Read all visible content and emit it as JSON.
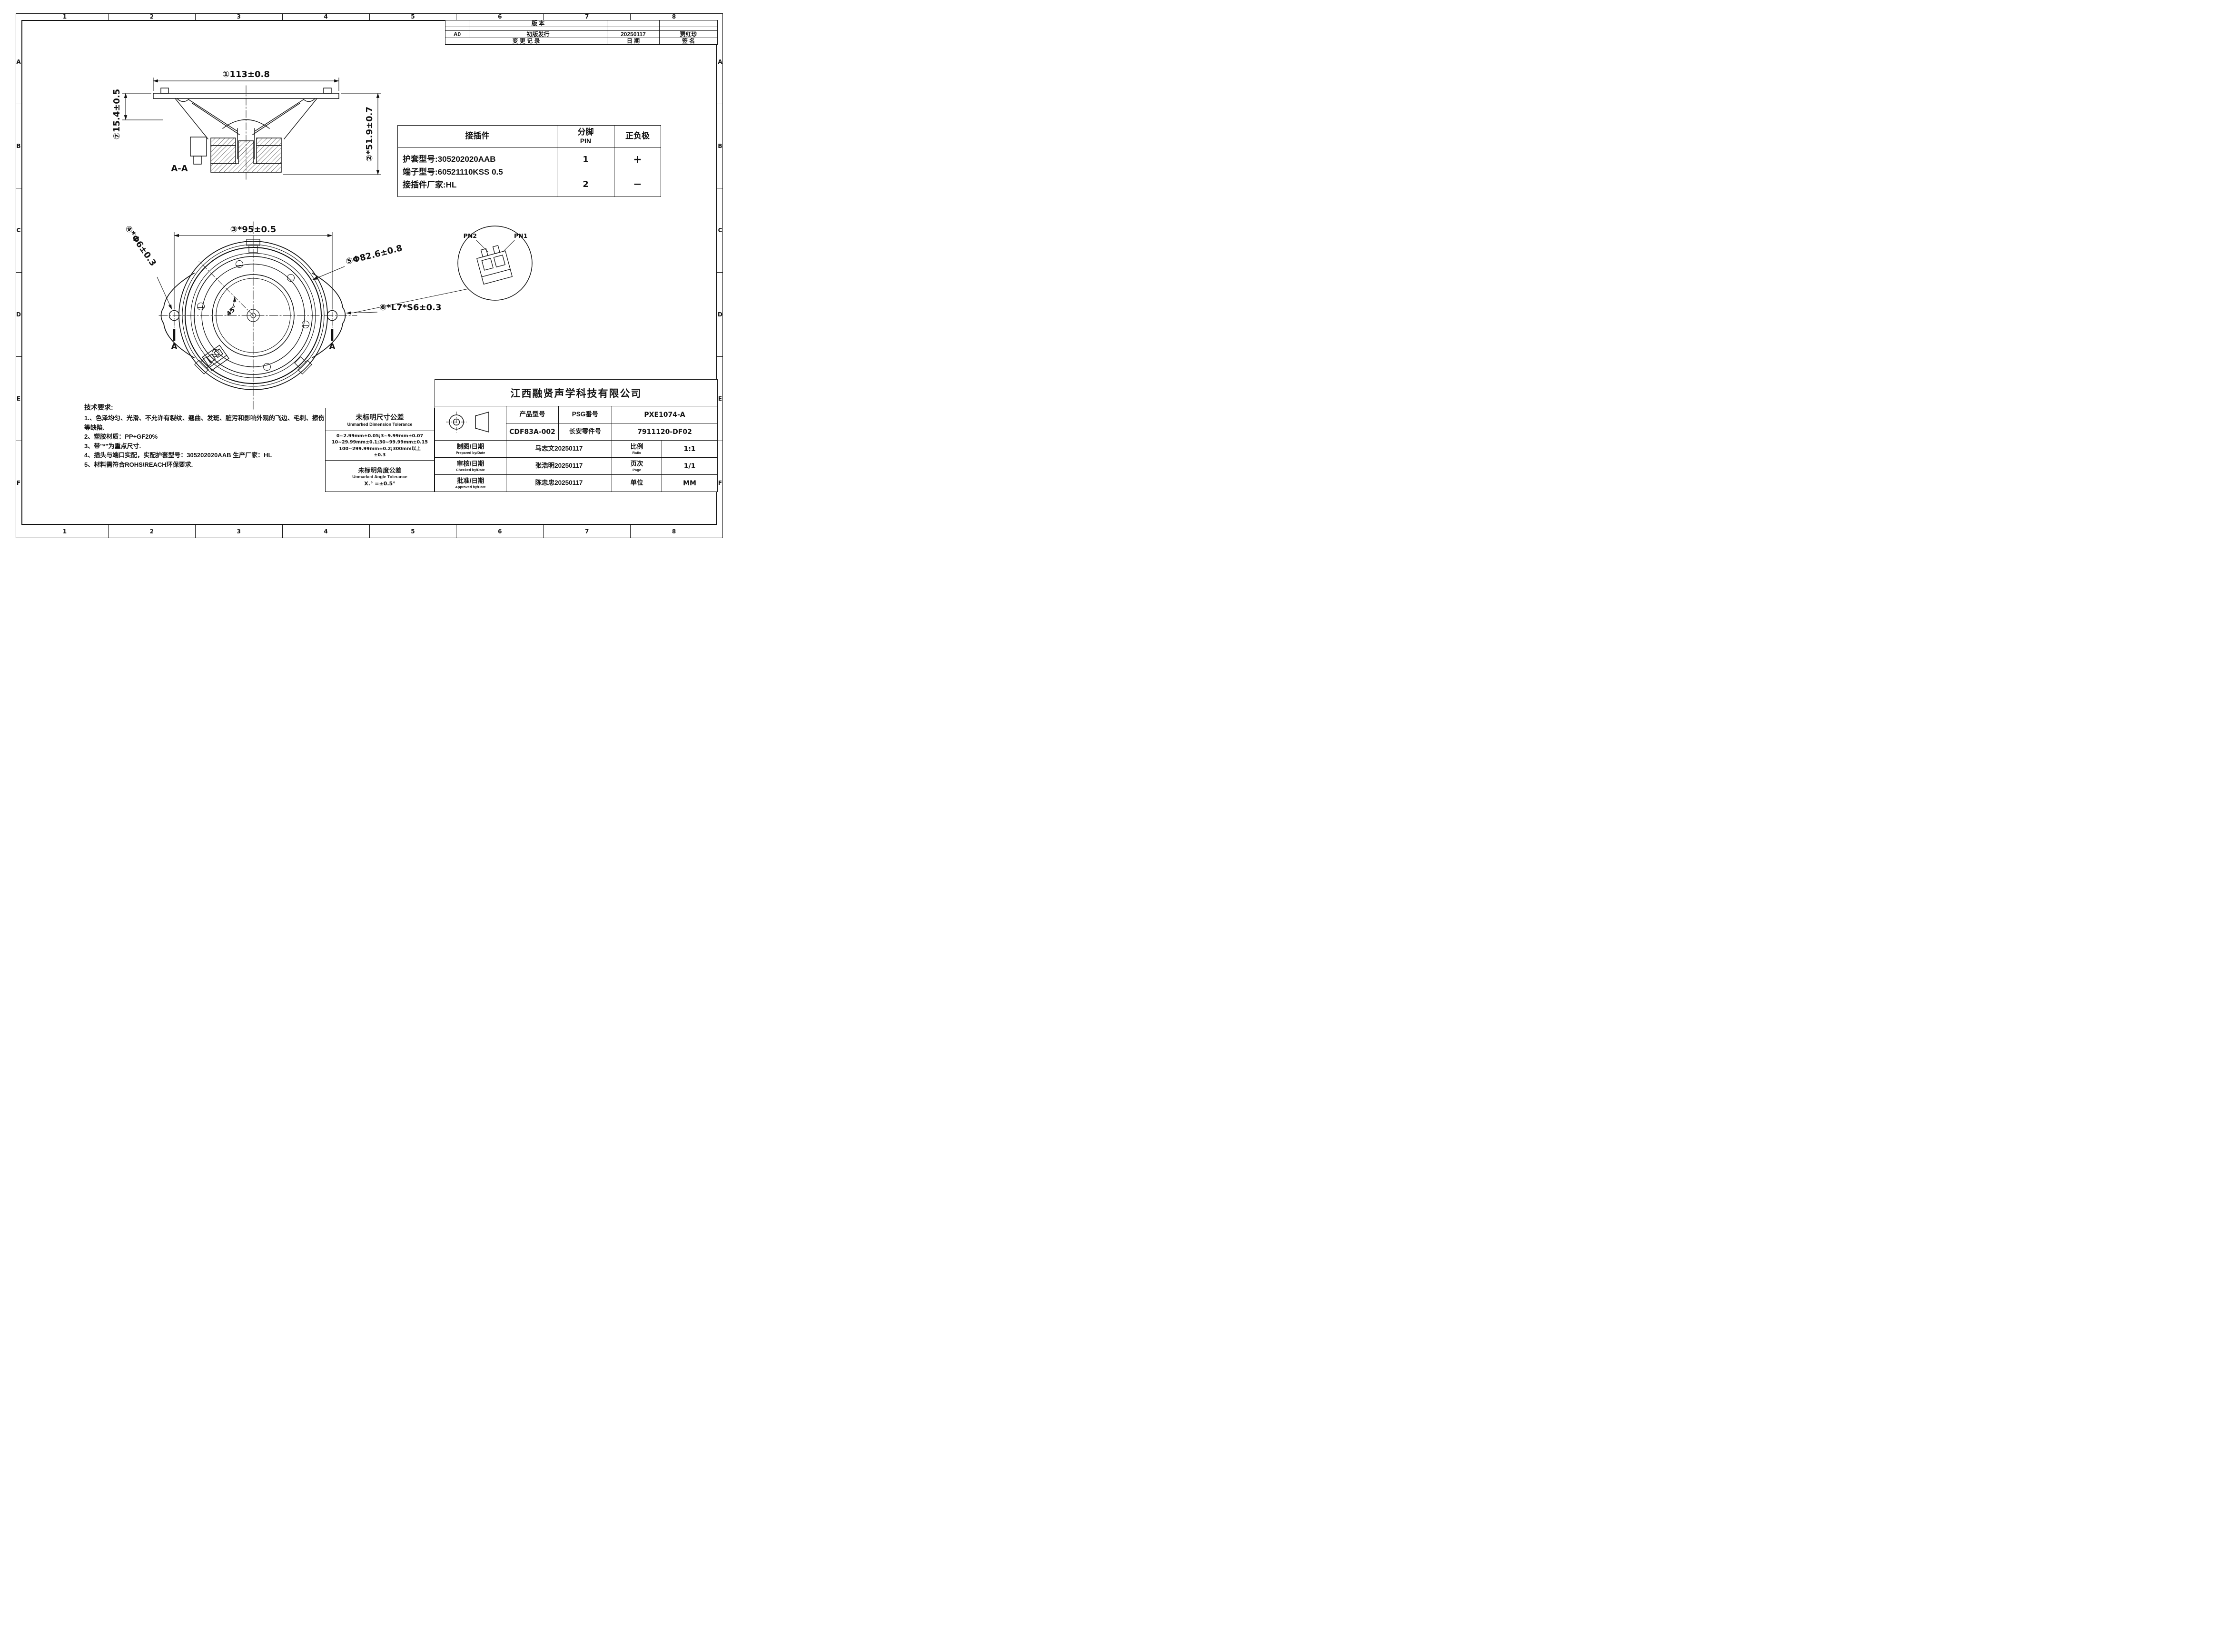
{
  "sheet": {
    "border_cols": [
      "1",
      "2",
      "3",
      "4",
      "5",
      "6",
      "7",
      "8"
    ],
    "border_rows": [
      "A",
      "B",
      "C",
      "D",
      "E",
      "F"
    ]
  },
  "annotations": {
    "d1": "①113±0.8",
    "d2": "②*51.9±0.7",
    "d3": "③*95±0.5",
    "d4": "④*Φ6±0.3",
    "d5": "⑤Φ82.6±0.8",
    "d6": "⑥*L7*S6±0.3",
    "d7": "⑦15.4±0.5",
    "section_label": "A-A",
    "angle": "45°",
    "section_mark_left": "A",
    "section_mark_right": "A",
    "pn1": "PN1",
    "pn2": "PN2"
  },
  "revision_table": {
    "header": "版  本",
    "rows": [
      {
        "rev": "A0",
        "description": "初版发行",
        "date": "20250117",
        "signature": "贾红珍"
      }
    ],
    "footer_change": "变  更  记  录",
    "footer_date": "日  期",
    "footer_sign": "签  名"
  },
  "connector_table": {
    "col_connector": "接插件",
    "col_pin_cn": "分脚",
    "col_pin_en": "PIN",
    "col_polarity": "正负极",
    "line1": "护套型号:305202020AAB",
    "line2": "端子型号:60521110KSS 0.5",
    "line3": "接插件厂家:HL",
    "pin1": "1",
    "pin1_polarity": "+",
    "pin2": "2",
    "pin2_polarity": "−"
  },
  "tech_requirements": {
    "title": "技术要求:",
    "item1": "1.、色泽均匀、光滑、不允许有裂纹、翘曲、发斑、脏污和影响外观的飞边、毛刺、擦伤等缺陷.",
    "item2": "2、塑胶材质：PP+GF20%",
    "item3": "3、带\"*\"为重点尺寸.",
    "item4": "4、插头与端口实配，实配护套型号：305202020AAB 生产厂家：HL",
    "item5": "5、材料需符合ROHS\\REACH环保要求."
  },
  "tolerance_table": {
    "title_cn": "未标明尺寸公差",
    "title_en": "Unmarked Dimension Tolerance",
    "line1": "0~2.99mm±0.05;3~9.99mm±0.07",
    "line2": "10~29.99mm±0.1;30~99.99mm±0.15",
    "line3": "100~299.99mm±0.2;300mm以上",
    "line4": "±0.3",
    "angle_title_cn": "未标明角度公差",
    "angle_title_en": "Unmarked Angle Tolerance",
    "angle_value": "X.° =±0.5°"
  },
  "title_block": {
    "company": "江西融贤声学科技有限公司",
    "product_model_label": "产品型号",
    "product_model_value": "CDF83A-002",
    "psg_label": "PSG番号",
    "psg_value": "PXE1074-A",
    "changan_label": "长安零件号",
    "changan_value": "7911120-DF02",
    "prepared_label": "制图/日期",
    "prepared_en": "Prepared by/Date",
    "prepared_value": "马志文20250117",
    "checked_label": "审核/日期",
    "checked_en": "Checked by/Date",
    "checked_value": "张浩明20250117",
    "approved_label": "批准/日期",
    "approved_en": "Approved by/Date",
    "approved_value": "陈忠忠20250117",
    "ratio_label": "比例",
    "ratio_en": "Ratio",
    "ratio_value": "1:1",
    "page_label": "页次",
    "page_en": "Page",
    "page_value": "1/1",
    "unit_label": "单位",
    "unit_value": "MM"
  }
}
